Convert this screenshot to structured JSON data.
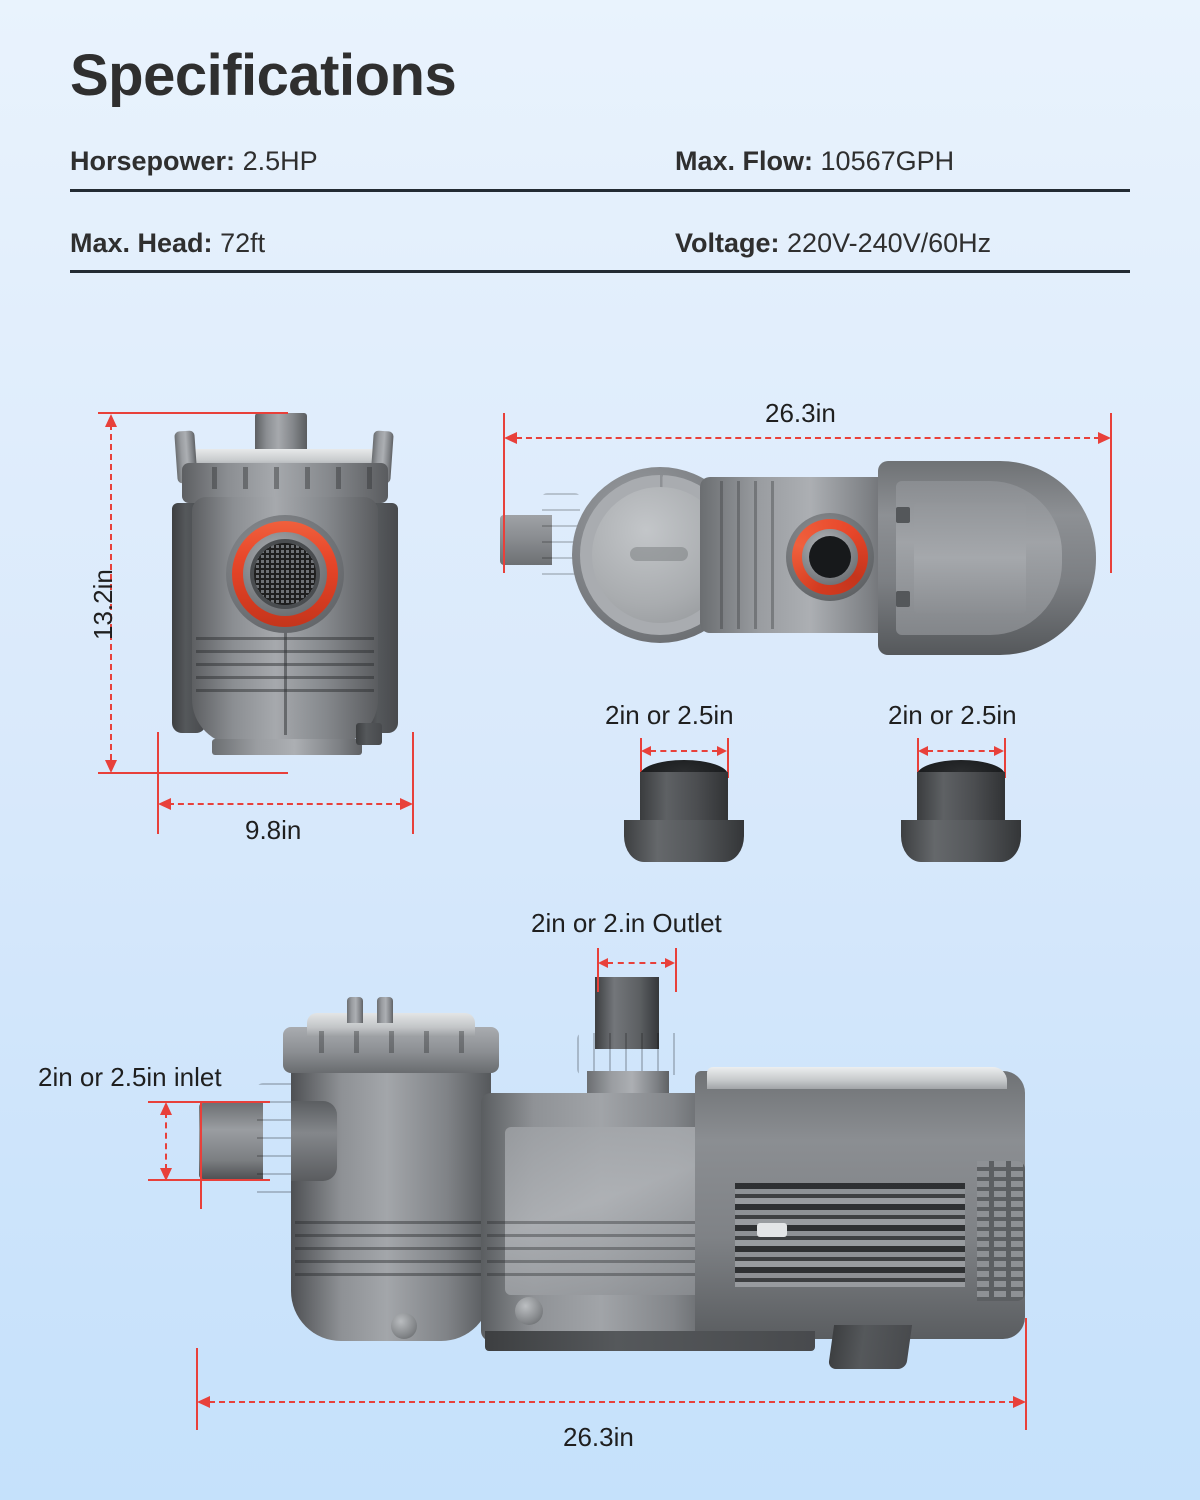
{
  "header": {
    "title": "Specifications",
    "rows": [
      {
        "left": {
          "label": "Horsepower:",
          "value": "2.5HP"
        },
        "right": {
          "label": "Max. Flow:",
          "value": "10567GPH"
        }
      },
      {
        "left": {
          "label": "Max. Head:",
          "value": "72ft"
        },
        "right": {
          "label": "Voltage:",
          "value": "220V-240V/60Hz"
        }
      }
    ]
  },
  "diagrams": {
    "front_view": {
      "height_label": "13.2in",
      "width_label": "9.8in"
    },
    "top_view": {
      "length_label": "26.3in"
    },
    "ports": [
      {
        "label": "2in or 2.5in"
      },
      {
        "label": "2in or 2.5in"
      }
    ],
    "side_view": {
      "outlet_label": "2in or 2.in Outlet",
      "inlet_label": "2in or 2.5in inlet",
      "length_label": "26.3in"
    }
  },
  "colors": {
    "accent_orange": "#e8472a",
    "dimension_red": "#e8403a",
    "rule_dark": "#232b33",
    "text_dark": "#2f2f2f",
    "bg_top": "#e9f3fd",
    "bg_bottom": "#c5e1fb"
  }
}
